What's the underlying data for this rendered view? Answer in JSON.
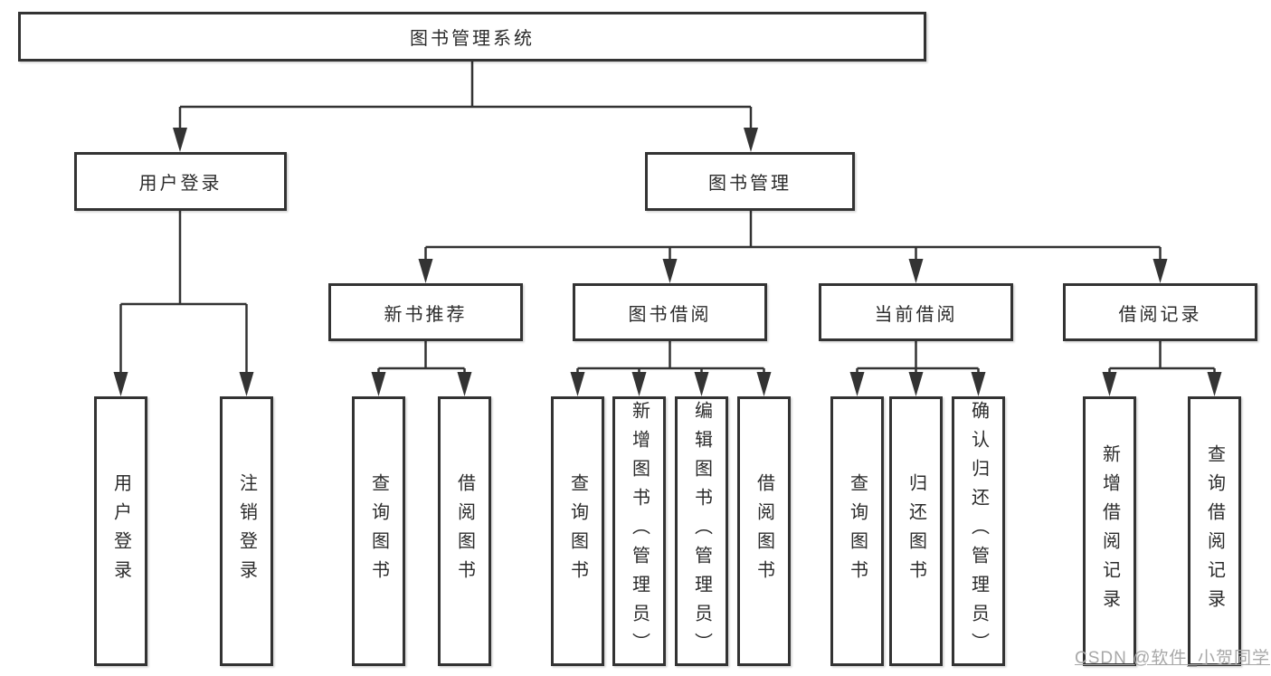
{
  "diagram_title": "图书管理系统",
  "nodes": {
    "root": "图书管理系统",
    "user_login": "用户登录",
    "book_mgmt": "图书管理",
    "new_book_rec": "新书推荐",
    "book_borrow": "图书借阅",
    "current_borrow": "当前借阅",
    "borrow_record": "借阅记录",
    "ul_user_login": "用户登录",
    "ul_logout": "注销登录",
    "nb_query_book": "查询图书",
    "nb_borrow_book": "借阅图书",
    "bb_query_book": "查询图书",
    "bb_add_book": "新增图书（管理员）",
    "bb_edit_book": "编辑图书（管理员）",
    "bb_borrow_book": "借阅图书",
    "cb_query_book": "查询图书",
    "cb_return_book": "归还图书",
    "cb_confirm_return": "确认归还（管理员）",
    "br_add_record": "新增借阅记录",
    "br_query_record": "查询借阅记录"
  },
  "hierarchy": {
    "图书管理系统": {
      "用户登录": [
        "用户登录",
        "注销登录"
      ],
      "图书管理": {
        "新书推荐": [
          "查询图书",
          "借阅图书"
        ],
        "图书借阅": [
          "查询图书",
          "新增图书（管理员）",
          "编辑图书（管理员）",
          "借阅图书"
        ],
        "当前借阅": [
          "查询图书",
          "归还图书",
          "确认归还（管理员）"
        ],
        "借阅记录": [
          "新增借阅记录",
          "查询借阅记录"
        ]
      }
    }
  },
  "watermark": "CSDN @软件_小贺同学",
  "colors": {
    "line": "#333333",
    "text": "#2b2b2b",
    "box_background": "#ffffff",
    "watermark": "#a8a8a8",
    "page_background": "#ffffff"
  }
}
